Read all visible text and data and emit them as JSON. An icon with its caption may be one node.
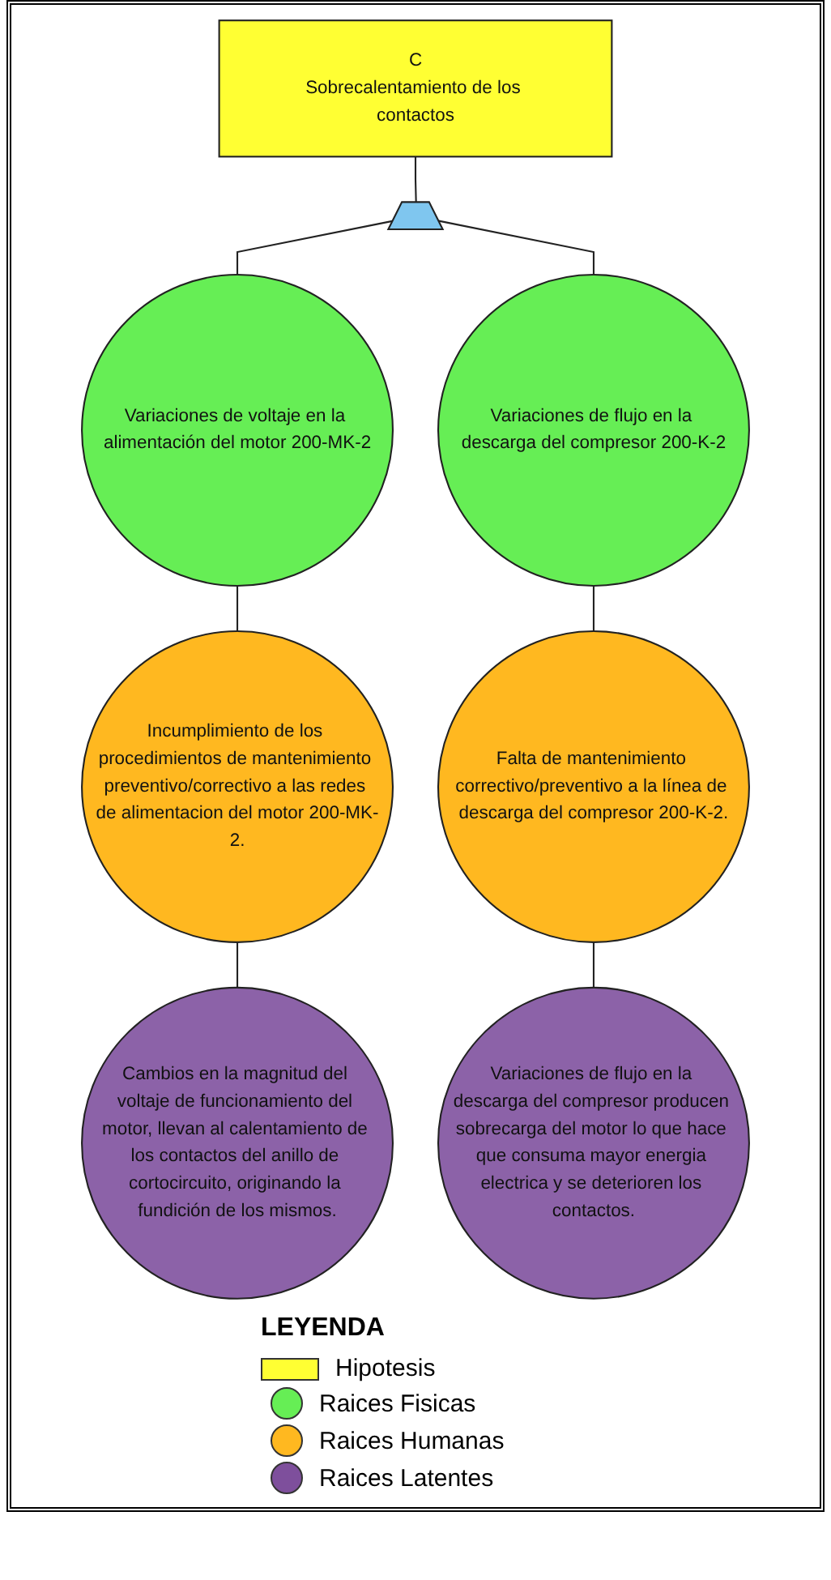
{
  "diagram": {
    "nodes": [
      {
        "text": [
          "C",
          "Sobrecalentamiento de los contactos"
        ]
      },
      {
        "text": [],
        "shape": "gate"
      },
      {
        "text": [
          "Variaciones de voltaje en la alimentación del motor 200-MK-2"
        ]
      },
      {
        "text": [
          "Variaciones de flujo en la descarga del compresor 200-K-2"
        ]
      },
      {
        "text": [
          "Incumplimiento de los procedimientos de mantenimiento preventivo/correctivo a las redes de alimentacion del motor 200-MK-2."
        ]
      },
      {
        "text": [
          "Falta de mantenimiento correctivo/preventivo a la línea de descarga del compresor 200-K-2."
        ]
      },
      {
        "text": [
          "Cambios en la magnitud del voltaje de funcionamiento del motor, llevan al calentamiento de los contactos del anillo de cortocircuito, originando la fundición de los mismos."
        ]
      },
      {
        "text": [
          "Variaciones de flujo en la descarga del compresor producen sobrecarga del motor lo que hace que consuma mayor energia electrica y se deterioren los contactos."
        ]
      }
    ],
    "edges": [
      {
        "from": 0,
        "to": 1,
        "arrow": "none"
      },
      {
        "from": 1,
        "to": 2,
        "arrow": "none"
      },
      {
        "from": 1,
        "to": 3,
        "arrow": "none"
      },
      {
        "from": 2,
        "to": 4,
        "arrow": "none"
      },
      {
        "from": 3,
        "to": 5,
        "arrow": "none"
      },
      {
        "from": 4,
        "to": 6,
        "arrow": "none"
      },
      {
        "from": 5,
        "to": 7,
        "arrow": "none"
      }
    ],
    "labels": [
      "LEYENDA"
    ],
    "legend": [
      {
        "text": "Hipotesis",
        "color": "#ffff33"
      },
      {
        "text": "Raices Fisicas",
        "color": "#66ee55"
      },
      {
        "text": "Raices Humanas",
        "color": "#ffb820"
      },
      {
        "text": "Raices Latentes",
        "color": "#7e4f9c"
      }
    ]
  }
}
